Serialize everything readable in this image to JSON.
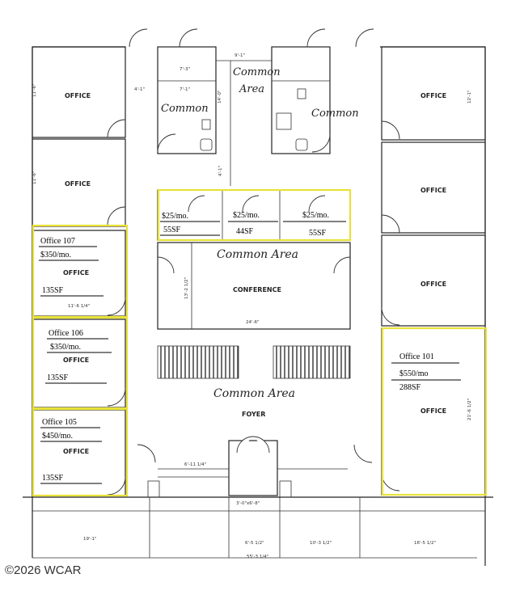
{
  "rooms": {
    "office_tl1": "OFFICE",
    "office_tl2": "OFFICE",
    "office_107": "OFFICE",
    "office_106": "OFFICE",
    "office_105": "OFFICE",
    "office_tr1": "OFFICE",
    "office_tr2": "OFFICE",
    "office_tr3": "OFFICE",
    "office_101": "OFFICE",
    "conference": "CONFERENCE",
    "foyer": "FOYER"
  },
  "handwritten": {
    "common_top": "Common",
    "common_top_2": "Area",
    "common_left": "Common",
    "common_right": "Common",
    "common_mid": "Common Area",
    "common_lower": "Common Area"
  },
  "listings": {
    "office_107": {
      "name": "Office 107",
      "price": "$350/mo.",
      "size": "135SF"
    },
    "office_106": {
      "name": "Office 106",
      "price": "$350/mo.",
      "size": "135SF"
    },
    "office_105": {
      "name": "Office 105",
      "price": "$450/mo.",
      "size": "135SF"
    },
    "office_101": {
      "name": "Office 101",
      "price": "$550/mo",
      "size": "288SF"
    },
    "storage_1": {
      "price": "$25/mo.",
      "size": "55SF"
    },
    "storage_2": {
      "price": "$25/mo.",
      "size": "44SF"
    },
    "storage_3": {
      "price": "$25/mo.",
      "size": "55SF"
    }
  },
  "dimensions": {
    "d1": "11'-6\"",
    "d2": "7'-3\"",
    "d3": "9'-1\"",
    "d4": "7'-1\"",
    "d5": "4'-1\"",
    "d6": "14'-0\"",
    "d7": "11'-6\"",
    "d8": "4'-1\"",
    "d9": "11'-6 1/4\"",
    "d10": "13'-2 1/2\"",
    "d11": "24'-6\"",
    "d12": "6'-11 1/4\"",
    "d13": "3'-0\"x6'-8\"",
    "d14": "19'-1\"",
    "d15": "6'-5 1/2\"",
    "d16": "10'-3 1/2\"",
    "d17": "16'-5 1/2\"",
    "d18": "55'-3 1/4\"",
    "d19": "21'-6 1/2\"",
    "d20": "12'-1\""
  },
  "watermark": "©2026 WCAR"
}
